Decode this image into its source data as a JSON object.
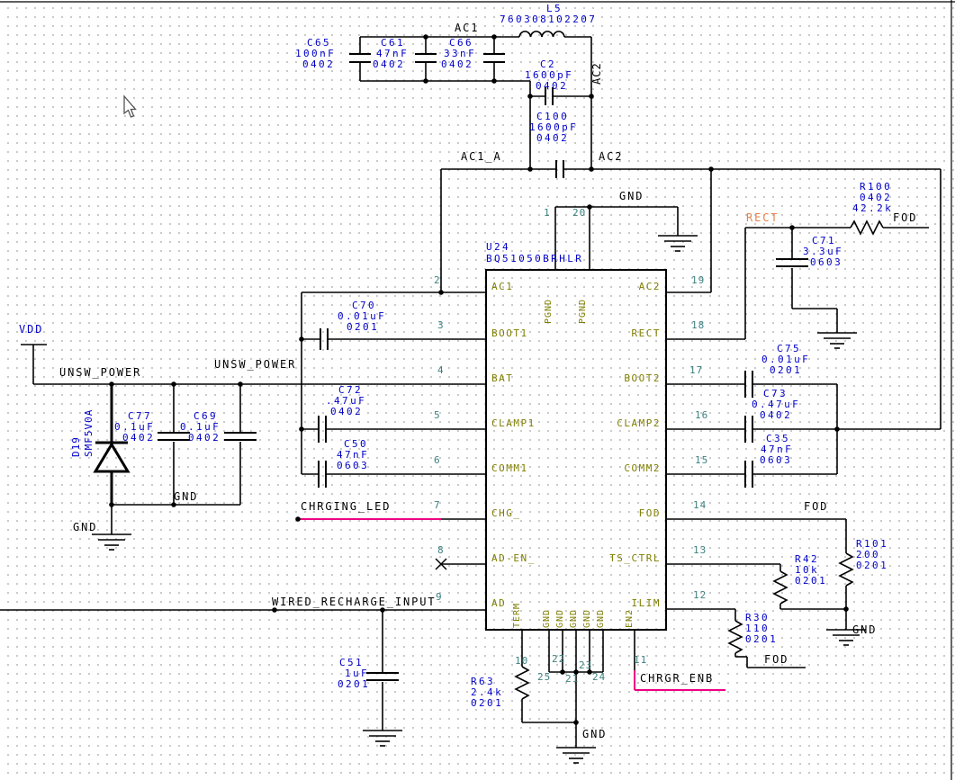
{
  "ic": {
    "refdes": "U24",
    "part": "BQ51050BRHLR",
    "left_pins": [
      {
        "num": "2",
        "name": "AC1"
      },
      {
        "num": "3",
        "name": "BOOT1"
      },
      {
        "num": "4",
        "name": "BAT"
      },
      {
        "num": "5",
        "name": "CLAMP1"
      },
      {
        "num": "6",
        "name": "COMM1"
      },
      {
        "num": "7",
        "name": "CHG_"
      },
      {
        "num": "8",
        "name": "AD-EN_"
      },
      {
        "num": "9",
        "name": "AD"
      }
    ],
    "right_pins": [
      {
        "num": "19",
        "name": "AC2"
      },
      {
        "num": "18",
        "name": "RECT"
      },
      {
        "num": "17",
        "name": "BOOT2"
      },
      {
        "num": "16",
        "name": "CLAMP2"
      },
      {
        "num": "15",
        "name": "COMM2"
      },
      {
        "num": "14",
        "name": "FOD"
      },
      {
        "num": "13",
        "name": "TS_CTRL"
      },
      {
        "num": "12",
        "name": "ILIM"
      }
    ],
    "top_pins": [
      {
        "num": "1",
        "name": "PGND"
      },
      {
        "num": "20",
        "name": "PGND"
      }
    ],
    "bottom_pins": [
      {
        "num": "10",
        "name": "TERM"
      },
      {
        "num": "25",
        "name": "GND"
      },
      {
        "num": "22",
        "name": "GND"
      },
      {
        "num": "21",
        "name": "GND"
      },
      {
        "num": "23",
        "name": "GND"
      },
      {
        "num": "24",
        "name": "GND"
      },
      {
        "num": "11",
        "name": "EN2"
      }
    ]
  },
  "components": {
    "c65": {
      "ref": "C65",
      "l2": "100nF",
      "l3": "0402"
    },
    "c61": {
      "ref": "C61",
      "l2": "47nF",
      "l3": "0402"
    },
    "c66": {
      "ref": "C66",
      "l2": "33nF",
      "l3": "0402"
    },
    "l5": {
      "ref": "L5",
      "l2": "760308102207"
    },
    "c2": {
      "ref": "C2",
      "l2": "1600pF",
      "l3": "0402"
    },
    "c100": {
      "ref": "C100",
      "l2": "1600pF",
      "l3": "0402"
    },
    "c70": {
      "ref": "C70",
      "l2": "0.01uF",
      "l3": "0201"
    },
    "c72": {
      "ref": "C72",
      "l2": ".47uF",
      "l3": "0402"
    },
    "c50": {
      "ref": "C50",
      "l2": "47nF",
      "l3": "0603"
    },
    "c77": {
      "ref": "C77",
      "l2": "0.1uF",
      "l3": "0402"
    },
    "c69": {
      "ref": "C69",
      "l2": "0.1uF",
      "l3": "0402"
    },
    "d19": {
      "ref": "D19",
      "l2": "SMF5V0A"
    },
    "c51": {
      "ref": "C51",
      "l2": "1uF",
      "l3": "0201"
    },
    "r63": {
      "ref": "R63",
      "l2": "2.4k",
      "l3": "0201"
    },
    "r100": {
      "ref": "R100",
      "l2": "0402",
      "l3": "42.2k"
    },
    "c71": {
      "ref": "C71",
      "l2": "3.3uF",
      "l3": "0603"
    },
    "c75": {
      "ref": "C75",
      "l2": "0.01uF",
      "l3": "0201"
    },
    "c73": {
      "ref": "C73",
      "l2": "0.47uF",
      "l3": "0402"
    },
    "c35": {
      "ref": "C35",
      "l2": "47nF",
      "l3": "0603"
    },
    "r101": {
      "ref": "R101",
      "l2": "200",
      "l3": "0201"
    },
    "r42": {
      "ref": "R42",
      "l2": "10k",
      "l3": "0201"
    },
    "r30": {
      "ref": "R30",
      "l2": "110",
      "l3": "0201"
    }
  },
  "nets": {
    "vdd": "VDD",
    "gnd": "GND",
    "unsw_power": "UNSW_POWER",
    "ac1": "AC1",
    "ac1_a": "AC1_A",
    "ac2": "AC2",
    "rect": "RECT",
    "fod": "FOD",
    "chrging_led": "CHRGING_LED",
    "wired_recharge_input": "WIRED_RECHARGE_INPUT",
    "chrgr_enb": "CHRGR_ENB"
  },
  "colors": {
    "wire": "#000000",
    "component_text": "#0000C8",
    "pin_number": "#3D8080",
    "pin_name": "#7E7E00",
    "net_label": "#000000",
    "rect_label": "#E5834F",
    "highlight_wire": "#ED0082",
    "grid_dot": "#B9B9B9"
  }
}
